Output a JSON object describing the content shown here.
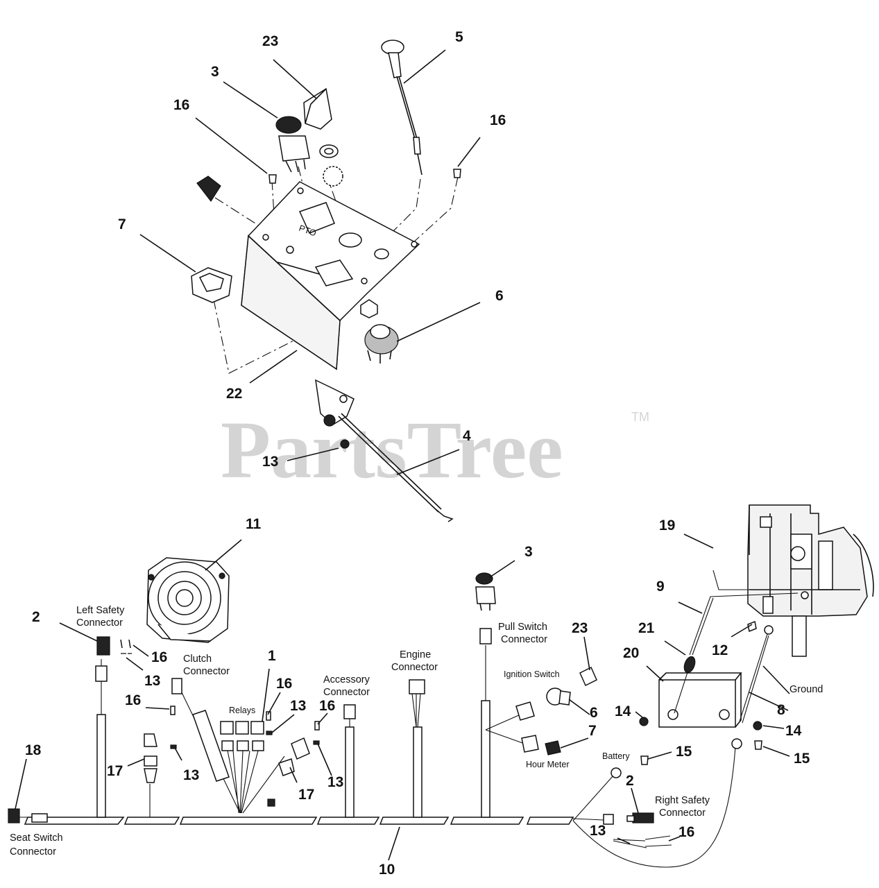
{
  "watermark": {
    "text": "PartsTree",
    "mark": "TM"
  },
  "callouts": {
    "c23_top": "23",
    "c5": "5",
    "c3_top": "3",
    "c16_tl": "16",
    "c16_tr": "16",
    "c7_top": "7",
    "c6_top": "6",
    "c22": "22",
    "c4": "4",
    "c13_top": "13",
    "c11": "11",
    "c3_bot": "3",
    "c19": "19",
    "c9": "9",
    "c2_left": "2",
    "c21": "21",
    "c12": "12",
    "c20": "20",
    "c23_bot": "23",
    "c16_ls": "16",
    "c13_ls": "13",
    "c1": "1",
    "c16_relay": "16",
    "c13_relay": "13",
    "c16_acc": "16",
    "c16_l": "16",
    "c18": "18",
    "c17_l": "17",
    "c13_l": "13",
    "c17_m": "17",
    "c13_m": "13",
    "c6_bot": "6",
    "c7_bot": "7",
    "c14_l": "14",
    "c14_r": "14",
    "c15_l": "15",
    "c15_r": "15",
    "c8": "8",
    "c2_right": "2",
    "c13_rs": "13",
    "c16_rs": "16",
    "c10": "10"
  },
  "labels": {
    "left_safety_1": "Left Safety",
    "left_safety_2": "Connector",
    "clutch_1": "Clutch",
    "clutch_2": "Connector",
    "relays": "Relays",
    "accessory_1": "Accessory",
    "accessory_2": "Connector",
    "engine_1": "Engine",
    "engine_2": "Connector",
    "pull_switch_1": "Pull Switch",
    "pull_switch_2": "Connector",
    "ignition_switch": "Ignition Switch",
    "hour_meter": "Hour Meter",
    "battery": "Battery",
    "ground": "Ground",
    "right_safety_1": "Right Safety",
    "right_safety_2": "Connector",
    "seat_switch_1": "Seat Switch",
    "seat_switch_2": "Connector",
    "pto": "PTO"
  },
  "colors": {
    "ink": "#111111",
    "watermark": "#d4d4d4",
    "background": "#ffffff"
  }
}
